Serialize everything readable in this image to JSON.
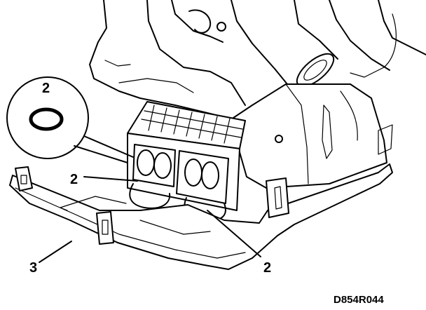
{
  "figure": {
    "callouts": [
      {
        "id": "detail-seal",
        "label": "2"
      },
      {
        "id": "left-seal",
        "label": "2"
      },
      {
        "id": "right-seal",
        "label": "2"
      },
      {
        "id": "tray",
        "label": "3"
      }
    ],
    "reference_code": "D854R044"
  }
}
